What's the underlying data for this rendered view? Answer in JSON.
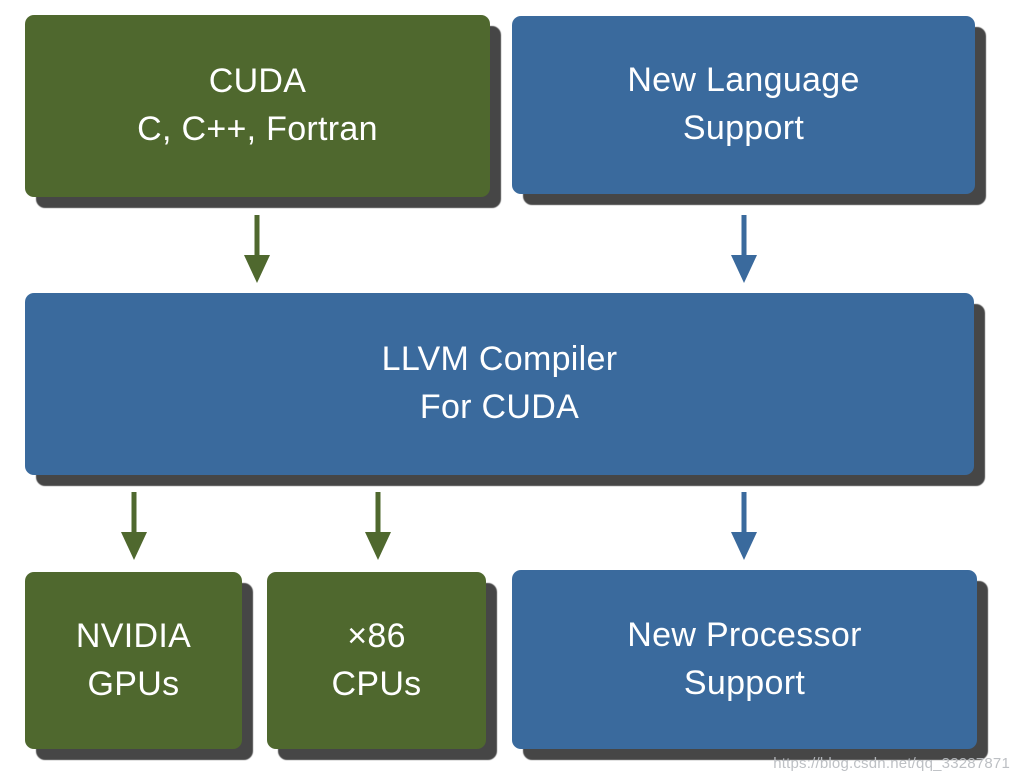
{
  "diagram": {
    "title_implicit": "LLVM Compiler For CUDA flow",
    "colors": {
      "green": "#4f682e",
      "blue": "#3a6a9d",
      "shadow": "#464646",
      "text": "#ffffff",
      "background": "#ffffff",
      "watermark_gray": "#b9bdc1"
    },
    "nodes": [
      {
        "id": "cuda",
        "color": "green",
        "line1": "CUDA",
        "line2": "C, C++, Fortran"
      },
      {
        "id": "new-language",
        "color": "blue",
        "line1": "New Language",
        "line2": "Support"
      },
      {
        "id": "llvm",
        "color": "blue",
        "line1": "LLVM Compiler",
        "line2": "For CUDA"
      },
      {
        "id": "nvidia-gpus",
        "color": "green",
        "line1": "NVIDIA",
        "line2": "GPUs"
      },
      {
        "id": "x86-cpus",
        "color": "green",
        "line1": "×86",
        "line2": "CPUs"
      },
      {
        "id": "new-processor",
        "color": "blue",
        "line1": "New Processor",
        "line2": "Support"
      }
    ],
    "edges": [
      {
        "from": "cuda",
        "to": "llvm",
        "color": "green"
      },
      {
        "from": "new-language",
        "to": "llvm",
        "color": "blue"
      },
      {
        "from": "llvm",
        "to": "nvidia-gpus",
        "color": "green"
      },
      {
        "from": "llvm",
        "to": "x86-cpus",
        "color": "green"
      },
      {
        "from": "llvm",
        "to": "new-processor",
        "color": "blue"
      }
    ],
    "watermark": "https://blog.csdn.net/qq_33287871"
  }
}
